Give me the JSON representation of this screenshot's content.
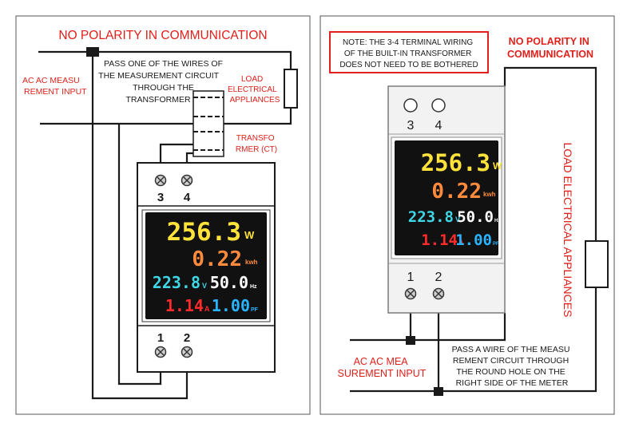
{
  "colors": {
    "accent_red": "#e0201a",
    "wire": "#1a1a1a",
    "lcd_bg": "#111111",
    "power_yellow": "#ffe23a",
    "energy_orange": "#ff8a3c",
    "voltage_cyan": "#3fd7e6",
    "frequency_white": "#ffffff",
    "current_red": "#ff2a2a",
    "pf_blue": "#2ab4ff"
  },
  "left": {
    "title": "NO POLARITY IN COMMUNICATION",
    "input_label": [
      "AC AC MEASU",
      "REMENT INPUT"
    ],
    "pass_label": [
      "PASS ONE OF THE WIRES OF",
      "THE MEASUREMENT CIRCUIT",
      "THROUGH THE",
      "TRANSFORMER"
    ],
    "load_label": [
      "LOAD",
      "ELECTRICAL",
      "APPLIANCES"
    ],
    "ct_label": [
      "TRANSFO",
      "RMER (CT)"
    ],
    "terminal_top": [
      "3",
      "4"
    ],
    "terminal_bottom": [
      "1",
      "2"
    ]
  },
  "right": {
    "note": [
      "NOTE: THE 3-4 TERMINAL WIRING",
      "OF THE BUILT-IN TRANSFORMER",
      "DOES NOT NEED TO BE BOTHERED"
    ],
    "title": [
      "NO POLARITY IN",
      "COMMUNICATION"
    ],
    "load_label": "LOAD ELECTRICAL APPLIANCES",
    "input_label": [
      "AC AC MEA",
      "SUREMENT INPUT"
    ],
    "pass_label": [
      "PASS A WIRE OF THE MEASU",
      "REMENT CIRCUIT THROUGH",
      "THE ROUND HOLE ON THE",
      "RIGHT SIDE OF THE METER"
    ],
    "terminal_top": [
      "3",
      "4"
    ],
    "terminal_bottom": [
      "1",
      "2"
    ]
  },
  "display": {
    "power": "256.3",
    "power_unit": "W",
    "energy": "0.22",
    "energy_unit": "kwh",
    "voltage": "223.8",
    "voltage_unit": "V",
    "frequency": "50.0",
    "frequency_unit": "Hz",
    "current": "1.14",
    "current_unit": "A",
    "pf": "1.00",
    "pf_unit": "PF"
  }
}
